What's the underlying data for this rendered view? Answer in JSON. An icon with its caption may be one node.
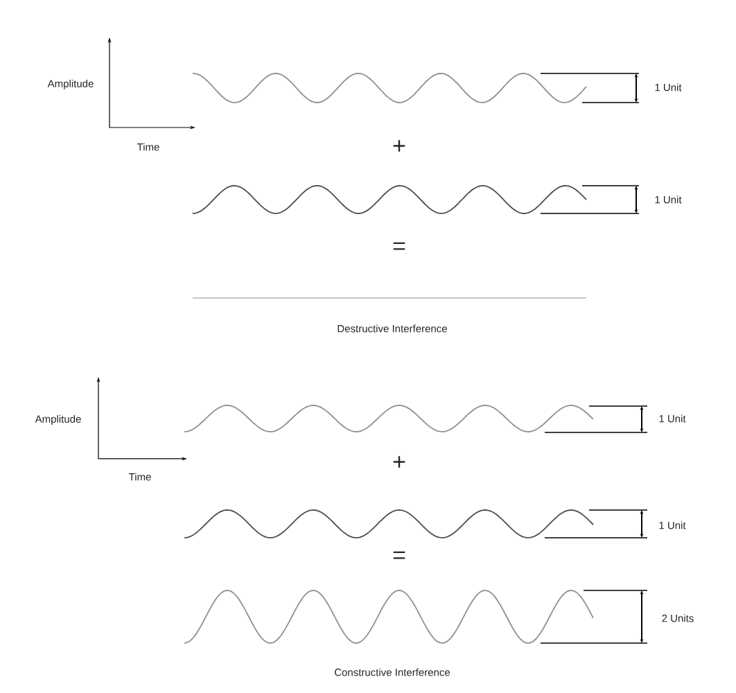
{
  "diagram": {
    "labels": [
      "Amplitude",
      "Time",
      "1 Unit",
      "+",
      "1 Unit",
      "=",
      "Destructive Interference",
      "Amplitude",
      "Time",
      "1 Unit",
      "+",
      "1 Unit",
      "=",
      "2 Units",
      "Constructive Interference"
    ]
  }
}
